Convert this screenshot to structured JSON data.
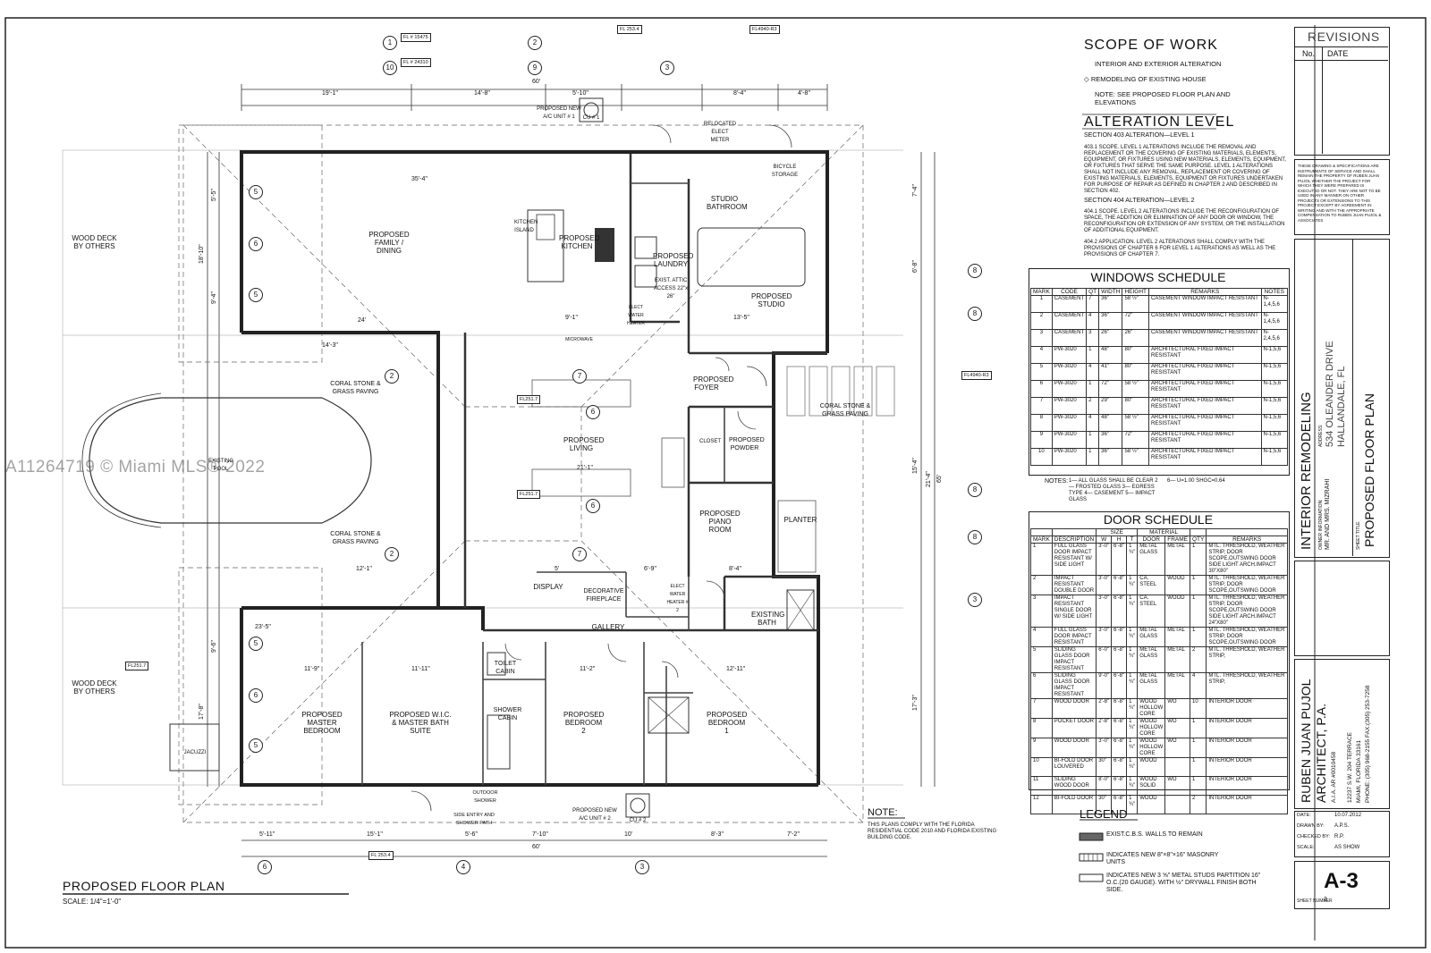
{
  "watermark": "A11264719 © Miami MLS® 2022",
  "scope": {
    "title": "SCOPE OF WORK",
    "line1": "INTERIOR AND EXTERIOR ALTERATION",
    "line2": "REMODELING OF EXISTING HOUSE",
    "note": "NOTE: SEE PROPOSED FLOOR PLAN AND ELEVATIONS"
  },
  "alteration": {
    "title": "ALTERATION LEVEL",
    "s1": "SECTION 403 ALTERATION—LEVEL 1",
    "p1": "403.1 SCOPE. LEVEL 1 ALTERATIONS INCLUDE THE REMOVAL AND REPLACEMENT OR THE COVERING OF EXISTING MATERIALS, ELEMENTS, EQUIPMENT, OR FIXTURES USING NEW MATERIALS, ELEMENTS, EQUIPMENT, OR FIXTURES THAT SERVE THE SAME PURPOSE. LEVEL 1 ALTERATIONS SHALL NOT INCLUDE ANY REMOVAL, REPLACEMENT OR COVERING OF EXISTING MATERIALS, ELEMENTS, EQUIPMENT OR FIXTURES UNDERTAKEN FOR PURPOSE OF REPAIR AS DEFINED IN CHAPTER 2 AND DESCRIBED IN SECTION 402.",
    "s2": "SECTION 404 ALTERATION—LEVEL 2",
    "p2": "404.1 SCOPE. LEVEL 2 ALTERATIONS INCLUDE THE RECONFIGURATION OF SPACE, THE ADDITION OR ELIMINATION OF ANY DOOR OR WINDOW, THE RECONFIGURATION OR EXTENSION OF ANY SYSTEM, OR THE INSTALLATION OF ADDITIONAL EQUIPMENT.",
    "p3": "404.2 APPLICATION. LEVEL 2 ALTERATIONS SHALL COMPLY WITH THE PROVISIONS OF CHAPTER 6 FOR LEVEL 1 ALTERATIONS AS WELL AS THE PROVISIONS OF CHAPTER 7."
  },
  "windows": {
    "title": "WINDOWS SCHEDULE",
    "headers": [
      "MARK",
      "CODE",
      "QT",
      "WIDTH",
      "HEIGHT",
      "REMARKS",
      "NOTES"
    ],
    "rows": [
      [
        "1",
        "CASEMENT",
        "7",
        "36\"",
        "58 ½\"",
        "CASEMENT WINDOW IMPACT RESISTANT",
        "N-1,4,5,6"
      ],
      [
        "2",
        "CASEMENT",
        "4",
        "36\"",
        "72\"",
        "CASEMENT WINDOW IMPACT RESISTANT",
        "N-1,4,5,6"
      ],
      [
        "3",
        "CASEMENT",
        "3",
        "26\"",
        "26\"",
        "CASEMENT WINDOW IMPACT RESISTANT",
        "N-2,4,5,6"
      ],
      [
        "4",
        "PW-3020",
        "1",
        "48\"",
        "80\"",
        "ARCHITECTURAL FIXED IMPACT RESISTANT",
        "N-1,5,6"
      ],
      [
        "5",
        "PW-3020",
        "4",
        "41\"",
        "80\"",
        "ARCHITECTURAL FIXED IMPACT RESISTANT",
        "N-1,5,6"
      ],
      [
        "6",
        "PW-3020",
        "1",
        "72\"",
        "58 ½\"",
        "ARCHITECTURAL FIXED IMPACT RESISTANT",
        "N-1,5,6"
      ],
      [
        "7",
        "PW-3020",
        "2",
        "29\"",
        "80\"",
        "ARCHITECTURAL FIXED IMPACT RESISTANT",
        "N-1,5,6"
      ],
      [
        "8",
        "PW-3020",
        "4",
        "48\"",
        "58 ½\"",
        "ARCHITECTURAL FIXED IMPACT RESISTANT",
        "N-1,5,6"
      ],
      [
        "9",
        "PW-3020",
        "1",
        "36\"",
        "72\"",
        "ARCHITECTURAL FIXED IMPACT RESISTANT",
        "N-1,5,6"
      ],
      [
        "10",
        "PW-3020",
        "1",
        "36\"",
        "58 ½\"",
        "ARCHITECTURAL FIXED IMPACT RESISTANT",
        "N-1,5,6"
      ]
    ],
    "notes_label": "NOTES:",
    "notes_a": "1— ALL GLASS SHALL BE CLEAR  2— FROSTED GLASS  3— EGRESS TYPE  4— CASEMENT  5— IMPACT GLASS",
    "notes_b": "6— U=1.00 SHGC=0.64"
  },
  "doors": {
    "title": "DOOR SCHEDULE",
    "headers": [
      "MARK",
      "DESCRIPTION",
      "W",
      "H",
      "T",
      "DOOR",
      "FRAME",
      "QTY",
      "REMARKS"
    ],
    "size_label": "SIZE",
    "material_label": "MATERIAL",
    "rows": [
      [
        "1",
        "FULL GLASS DOOR IMPACT RESISTANT W/ SIDE LIGHT",
        "3'-0\"",
        "6'-8\"",
        "1 ¾\"",
        "METAL GLASS",
        "METAL",
        "1",
        "MTL. THRESHOLD, WEATHER STRIP, DOOR SCOPE,OUTSWING DOOR SIDE LIGHT ARCH.IMPACT 30\"X80\""
      ],
      [
        "2",
        "IMPACT RESISTANT DOUBLE DOOR",
        "3'-0\"",
        "6'-8\"",
        "1 ¾\"",
        "CA. STEEL",
        "WOOD",
        "1",
        "MTL. THRESHOLD, WEATHER STRIP, DOOR SCOPE,OUTSWING DOOR"
      ],
      [
        "3",
        "IMPACT RESISTANT SINGLE DOOR W/ SIDE LIGHT",
        "3'-0\"",
        "6'-8\"",
        "1 ¾\"",
        "CA. STEEL",
        "WOOD",
        "1",
        "MTL. THRESHOLD, WEATHER STRIP, DOOR SCOPE,OUTSWING DOOR SIDE LIGHT ARCH.IMPACT 24\"X80\""
      ],
      [
        "4",
        "FULL GLASS DOOR IMPACT RESISTANT",
        "3'-0\"",
        "6'-8\"",
        "1 ¾\"",
        "METAL GLASS",
        "METAL",
        "1",
        "MTL. THRESHOLD, WEATHER STRIP, DOOR SCOPE,OUTSWING DOOR"
      ],
      [
        "5",
        "SLIDING GLASS DOOR IMPACT RESISTANT",
        "6'-0\"",
        "6'-8\"",
        "1 ¾\"",
        "METAL GLASS",
        "METAL",
        "2",
        "MTL. THRESHOLD, WEATHER STRIP,"
      ],
      [
        "6",
        "SLIDING GLASS DOOR IMPACT RESISTANT",
        "9'-0\"",
        "6'-8\"",
        "1 ¾\"",
        "METAL GLASS",
        "METAL",
        "4",
        "MTL. THRESHOLD, WEATHER STRIP,"
      ],
      [
        "7",
        "WOOD DOOR",
        "2'-8\"",
        "6'-8\"",
        "1 ¾\"",
        "WOOD HOLLOW CORE",
        "WO",
        "10",
        "INTERIOR DOOR"
      ],
      [
        "8",
        "POCKET DOOR",
        "2'-8\"",
        "6'-8\"",
        "1 ¾\"",
        "WOOD HOLLOW CORE",
        "WO",
        "1",
        "INTERIOR DOOR"
      ],
      [
        "9",
        "WOOD DOOR",
        "3'-0\"",
        "6'-8\"",
        "1 ¾\"",
        "WOOD HOLLOW CORE",
        "WO",
        "1",
        "INTERIOR DOOR"
      ],
      [
        "10",
        "BI-FOLD DOOR LOUVERED",
        "30\"",
        "6'-8\"",
        "1 ¾\"",
        "WOOD",
        "",
        "1",
        "INTERIOR DOOR"
      ],
      [
        "11",
        "SLIDING WOOD DOOR",
        "8'-0\"",
        "6'-8\"",
        "1 ¾\"",
        "WOOD SOLID",
        "WO",
        "1",
        "INTERIOR DOOR"
      ],
      [
        "12",
        "BI-FOLD DOOR",
        "30\"",
        "6'-8\"",
        "1 ¾\"",
        "WOOD",
        "",
        "2",
        "INTERIOR DOOR"
      ]
    ]
  },
  "note": {
    "title": "NOTE:",
    "text": "THIS PLANS COMPLY WITH THE FLORIDA RESIDENTIAL CODE 2010 AND FLORIDA EXISTING BUILDING CODE."
  },
  "legend": {
    "title": "LEGEND",
    "item1": "EXIST.C.B.S. WALLS TO REMAIN",
    "item2": "INDICATES NEW 8\"×8\"×16\" MASONRY UNITS",
    "item3": "INDICATES NEW 3 ⅝\" METAL STUDS PARTITION 16\" O.C.(20 GAUGE). WITH ½\" DRYWALL FINISH BOTH SIDE."
  },
  "plan": {
    "title": "PROPOSED FLOOR PLAN",
    "scale": "SCALE: 1/4\"=1'-0\"",
    "rooms": {
      "family": "PROPOSED FAMILY / DINING",
      "kitchen": "PROPOSED KITCHEN",
      "island": "KITCHEN ISLAND",
      "laundry": "PROPOSED LAUNDRY",
      "studio_bath": "STUDIO BATHROOM",
      "studio": "PROPOSED STUDIO",
      "foyer": "PROPOSED FOYER",
      "living": "PROPOSED LIVING",
      "closet": "CLOSET",
      "powder": "PROPOSED POWDER",
      "piano": "PROPOSED PIANO ROOM",
      "planter": "PLANTER",
      "display": "DISPLAY",
      "fireplace": "DECORATIVE FIREPLACE",
      "gallery": "GALLERY",
      "existing_bath": "EXISTING BATH",
      "master_bed": "PROPOSED MASTER BEDROOM",
      "wic": "PROPOSED W.I.C. & MASTER BATH SUITE",
      "toilet": "TOILET CABIN",
      "shower": "SHOWER CABIN",
      "bed2": "PROPOSED BEDROOM 2",
      "bed1": "PROPOSED BEDROOM 1",
      "jacuzzi": "JACUZZI",
      "deck1": "WOOD DECK BY OTHERS",
      "deck2": "WOOD DECK BY OTHERS",
      "coral1": "CORAL STONE & GRASS PAVING",
      "coral2": "CORAL STONE & GRASS PAVING",
      "coral3": "CORAL STONE & GRASS PAVING",
      "pool": "EXISTING POOL",
      "ac1": "PROPOSED NEW A/C UNIT # 1",
      "ac2": "PROPOSED NEW A/C UNIT # 2",
      "cu1": "CU # 1",
      "cu2": "CU # 2",
      "bicycle": "BICYCLE STORAGE",
      "meter": "RELOCATED ELECT METER",
      "attic": "EXIST. ATTIC ACCESS 22\"x 26\"",
      "water_heater": "ELECT WATER HEATER",
      "microwave": "MICROWAVE",
      "outdoor_shower": "OUTDOOR SHOWER",
      "side_entry": "SIDE ENTRY AND SHOWER PATH",
      "water_heater2": "ELECT WATER HEATER # 2"
    },
    "dims_top": [
      "19'-1\"",
      "14'-8\"",
      "5'-10\"",
      "8'-4\"",
      "4'-8\""
    ],
    "dims_top2": [
      "60'"
    ],
    "dims_bottom": [
      "5'-11\"",
      "15'-1\"",
      "5'-6\"",
      "7'-10\"",
      "10'",
      "8'-3\"",
      "7'-2\""
    ],
    "dims_bottom2": [
      "60'"
    ],
    "dims_left": [
      "5'-5\"",
      "18'-10\"",
      "9'-4\"",
      "9'-6\"",
      "17'-8\""
    ],
    "dims_right": [
      "7'-4\"",
      "6'-8\"",
      "15'-4\"",
      "65'",
      "21'-4\"",
      "17'-3\""
    ],
    "dims_inner": [
      "35'-4\"",
      "24'",
      "14'-3\"",
      "21'-1\"",
      "11'-11\"",
      "11'-2\"",
      "12'-11\"",
      "13'-5\"",
      "8'-4\"",
      "23'-5\"",
      "12'-1\"",
      "11'-9\"",
      "6'-9\"",
      "5'",
      "9'-1\""
    ]
  },
  "callouts": {
    "top": [
      "1",
      "10",
      "2",
      "9",
      "3"
    ],
    "left": [
      "5",
      "6",
      "5",
      "5",
      "6",
      "5"
    ],
    "mid": [
      "2",
      "7",
      "6",
      "6",
      "7",
      "2"
    ],
    "right": [
      "8",
      "8",
      "8",
      "8",
      "3"
    ],
    "bottom": [
      "6",
      "4",
      "3"
    ],
    "tags": {
      "t1": "FL # 15475",
      "t2": "FL # 24310",
      "t3": "FL 253.4",
      "t4": "FL4940-R3",
      "t5": "FL251.7",
      "t6": "FL251.7",
      "t7": "FL251.7",
      "t8": "FL4940-R3",
      "t9": "FL 253.4"
    }
  },
  "revisions": {
    "title": "REVISIONS",
    "col1": "No.",
    "col2": "DATE"
  },
  "disclaimer": "THESE DRAWING & SPECIFICATIONS ARE INSTRUMENTS OF SERVICE AND SHALL REMAIN THE PROPERTY OF RUBEN JUAN PUJOL WHETHER THE PROJECT FOR WHICH THEY WERE PREPARED IS EXECUTED OR NOT. THEY ARE NOT TO BE USED IN ANY MANNER ON OTHER PROJECTS OR EXTENSIONS TO THIS PROJECT EXCEPT BY AGREEMENT IN WRITING AND WITH THE APPROPRIATE COMPENSATION TO RUBEN JUAN PUJOL & ASSOCIATES",
  "project": {
    "name": "INTERIOR REMODELING",
    "address_label": "ADDRESS:",
    "address1": "534 OLEANDER DRIVE",
    "address2": "HALLANDALE, FL",
    "owner_label": "OWNER INFORMATION:",
    "owner": "MR. AND MRS. MIZRAHI",
    "sheet_title_label": "SHEET TITLE",
    "sheet_title": "PROPOSED FLOOR PLAN"
  },
  "architect": {
    "name1": "RUBEN JUAN PUJOL",
    "name2": "ARCHITECT, P.A.",
    "license": "A.I.A. AR #0010458",
    "addr1": "12237 S.W. 204 TERRACE",
    "addr2": "MIAMI, FLORIDA 33161",
    "phone": "PHONE: (305) 968-2155  FAX:(305) 253-7258"
  },
  "info": {
    "date_label": "DATE:",
    "date": "10.07.2012",
    "drawn_label": "DRAWN BY:",
    "drawn": "A.P.S.",
    "checked_label": "CHECKED BY:",
    "checked": "R.P.",
    "scale_label": "SCALE:",
    "scale": "AS SHOW"
  },
  "sheet": {
    "number": "A-3",
    "label": "SHEET NUMBER",
    "num": "3"
  }
}
